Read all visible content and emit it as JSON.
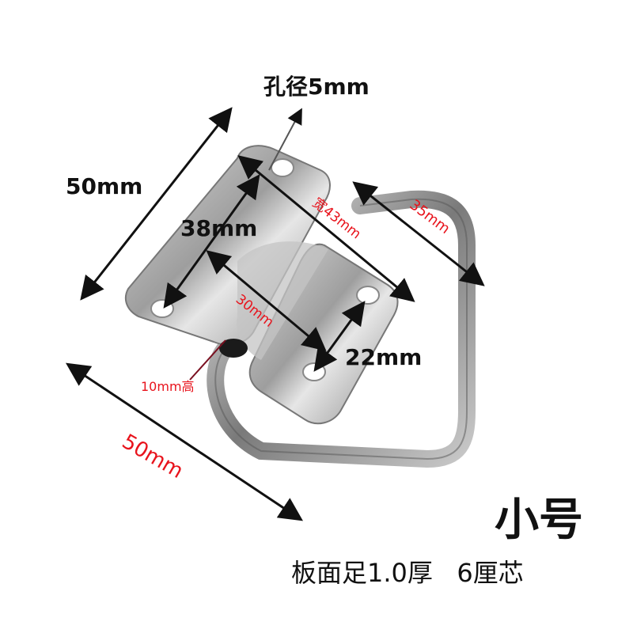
{
  "product": {
    "size_title": "小号",
    "spec_line": "板面足1.0厚   6厘芯"
  },
  "dimensions": {
    "hole_diameter": "孔径5mm",
    "length_left": "50mm",
    "hole_spacing_long": "38mm",
    "width_diag": "宽43mm",
    "ring_depth": "35mm",
    "hole_spacing_cross": "30mm",
    "hole_spacing_short": "22mm",
    "ring_height": "10mm高",
    "length_bottom": "50mm"
  },
  "colors": {
    "annotation_red": "#e8131c",
    "annotation_black": "#111111",
    "metal": "#b8b8b8"
  }
}
